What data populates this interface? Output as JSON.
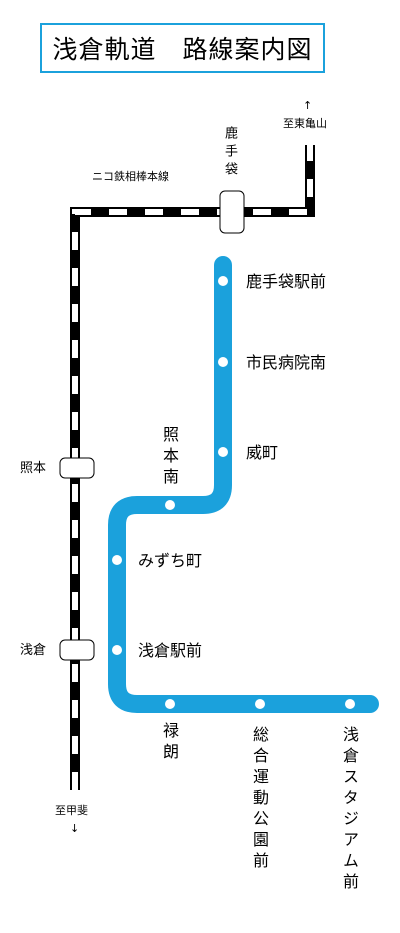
{
  "title": "浅倉軌道　路線案内図",
  "railway": {
    "line_name": "ニコ鉄相棒本線",
    "to_east": "至東亀山",
    "to_south": "至甲斐",
    "arrow_up": "↑",
    "arrow_down": "↓",
    "stations": {
      "kateburo": "鹿手袋",
      "terumoto": "照本",
      "asakura": "浅倉"
    }
  },
  "tram": {
    "color": "#1ba1dc",
    "stops": {
      "kateburo_ekimae": "鹿手袋駅前",
      "shimin_byoin_minami": "市民病院南",
      "ikacho": "威町",
      "terumoto_minami": "照本南",
      "mizuchi_cho": "みずち町",
      "asakura_ekimae": "浅倉駅前",
      "rokuro": "禄朗",
      "sogo_undo_koen_mae": "総合運動公園前",
      "asakura_stadium_mae": "浅倉スタジアム前"
    }
  }
}
